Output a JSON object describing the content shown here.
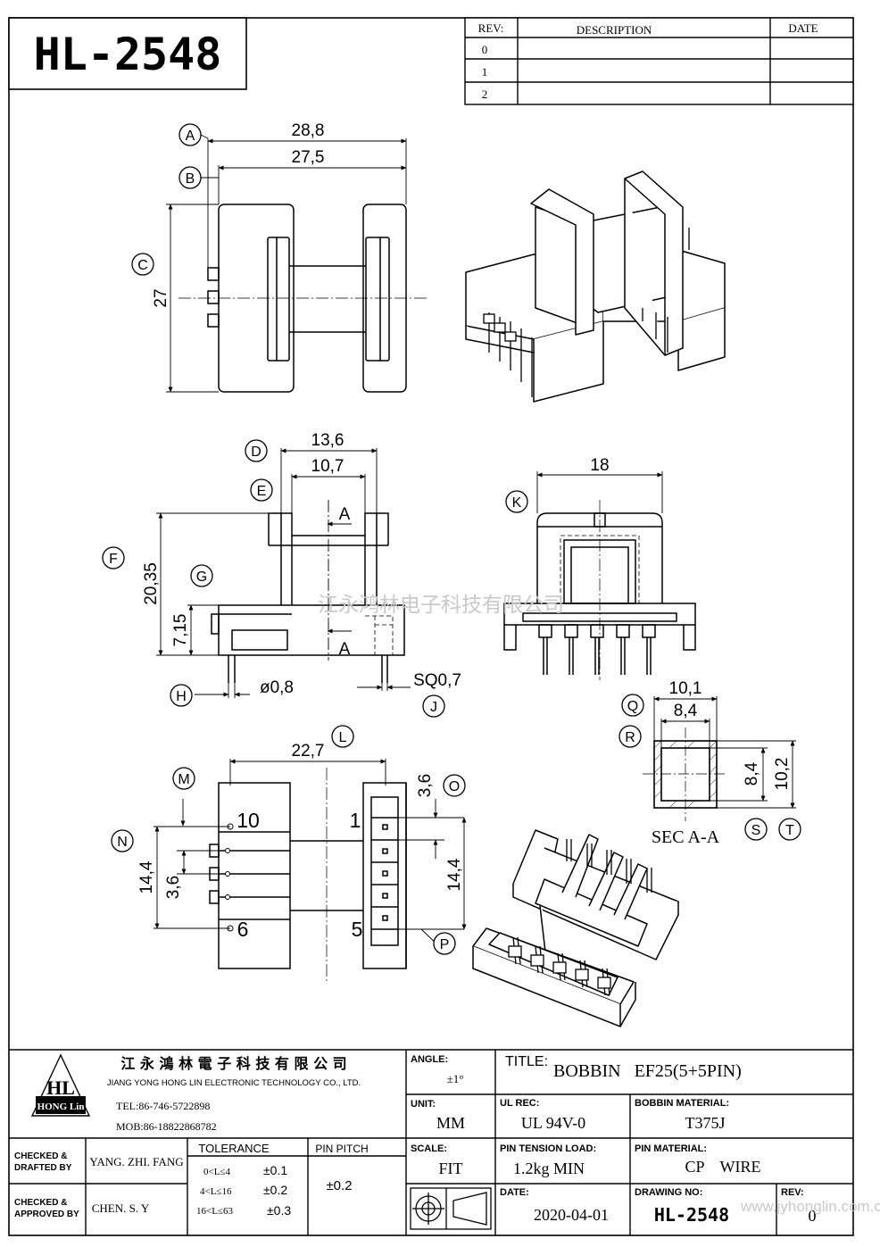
{
  "part_number": "HL-2548",
  "revision_table": {
    "headers": [
      "REV:",
      "DESCRIPTION",
      "DATE"
    ],
    "rows": [
      "0",
      "1",
      "2"
    ]
  },
  "callouts": [
    "A",
    "B",
    "C",
    "D",
    "E",
    "F",
    "G",
    "H",
    "J",
    "K",
    "L",
    "M",
    "N",
    "O",
    "P",
    "Q",
    "R",
    "S",
    "T"
  ],
  "dimensions": {
    "top_width_outer": "28,8",
    "top_width_inner": "27,5",
    "top_height": "27",
    "side_flange_width": "13,6",
    "side_inner_width": "10,7",
    "side_total_height": "20,35",
    "side_base_height": "7,15",
    "pin_diameter": "ø0,8",
    "pin_square": "SQ0,7",
    "front_width": "18",
    "bottom_pin_span": "22,7",
    "bottom_pitch_left": "3,6",
    "bottom_span_left": "14,4",
    "bottom_pitch_right": "3,6",
    "bottom_span_right": "14,4",
    "sec_outer_w": "10,1",
    "sec_inner_w": "8,4",
    "sec_inner_h": "8,4",
    "sec_outer_h": "10,2"
  },
  "section_marks": {
    "upper": "A",
    "lower": "A"
  },
  "section_label": "SEC A-A",
  "pin_labels": {
    "p10": "10",
    "p1": "1",
    "p6": "6",
    "p5": "5"
  },
  "watermark": "江永鸿林电子科技有限公司",
  "title_block": {
    "company_cn": "江 永 鴻 林 電 子 科 技 有 限 公 司",
    "company_en": "JIANG YONG HONG LIN ELECTRONIC TECHNOLOGY CO., LTD.",
    "logo_text": "HL",
    "logo_sub": "HONG Lin",
    "tel": "TEL:86-746-5722898",
    "mob": "MOB:86-18822868782",
    "angle_label": "ANGLE:",
    "angle_value": "±1°",
    "title_label": "TITLE:",
    "title_value": "BOBBIN   EF25(5+5PIN)",
    "unit_label": "UNIT:",
    "unit_value": "MM",
    "ul_label": "UL REC:",
    "ul_value": "UL 94V-0",
    "bobbin_material_label": "BOBBIN MATERIAL:",
    "bobbin_material_value": "T375J",
    "scale_label": "SCALE:",
    "scale_value": "FIT",
    "pin_tension_label": "PIN TENSION LOAD:",
    "pin_tension_value": "1.2kg MIN",
    "pin_material_label": "PIN MATERIAL:",
    "pin_material_value": "CP    WIRE",
    "date_label": "DATE:",
    "date_value": "2020-04-01",
    "drawing_no_label": "DRAWING NO:",
    "drawing_no_value": "HL-2548",
    "rev_label": "REV:",
    "rev_value": "0",
    "checked_drafted_label_1": "CHECKED &",
    "checked_drafted_label_2": "DRAFTED BY",
    "checked_drafted_value": "YANG. ZHI. FANG",
    "checked_approved_label_1": "CHECKED &",
    "checked_approved_label_2": "APPROVED BY",
    "checked_approved_value": "CHEN. S. Y",
    "tolerance_label": "TOLERANCE",
    "tolerance_rows": [
      {
        "range": "0<L≤4",
        "value": "±0.1"
      },
      {
        "range": "4<L≤16",
        "value": "±0.2"
      },
      {
        "range": "16<L≤63",
        "value": "±0.3"
      }
    ],
    "pin_pitch_label": "PIN PITCH",
    "pin_pitch_value": "±0.2",
    "website": "www.jyhonglin.com.cn"
  }
}
